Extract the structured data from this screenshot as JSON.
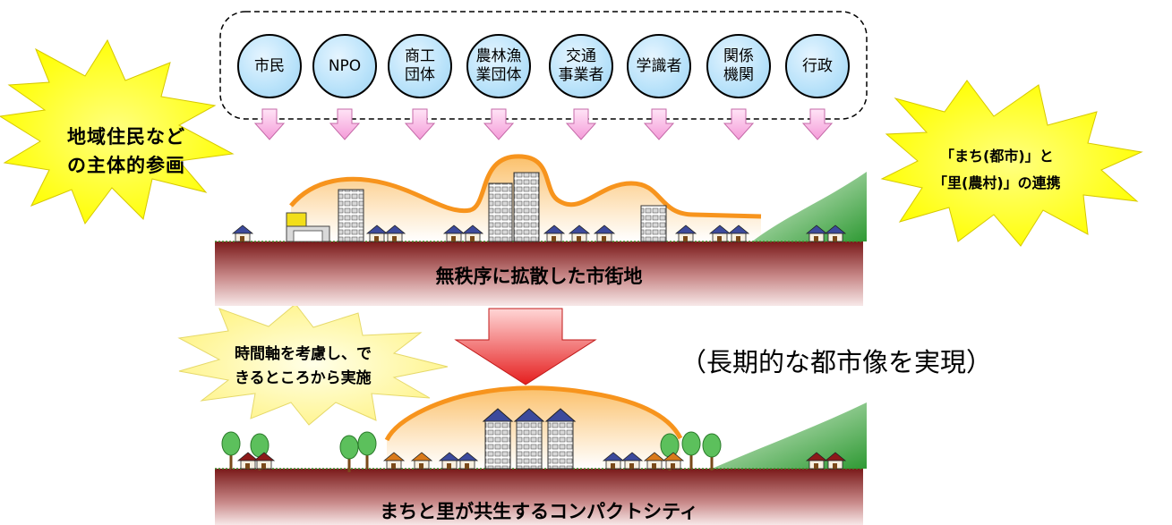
{
  "actors": [
    {
      "label": "市民"
    },
    {
      "label": "NPO"
    },
    {
      "label": "商工\n団体"
    },
    {
      "label": "農林漁\n業団体"
    },
    {
      "label": "交通\n事業者"
    },
    {
      "label": "学識者"
    },
    {
      "label": "関係\n機関"
    },
    {
      "label": "行政"
    }
  ],
  "callouts": {
    "participation": "地域住民など\nの主体的参画",
    "linkage": "「まち(都市)」と\n「里(農村)」の連携",
    "phased": "時間軸を考慮し、で\nきるところから実施"
  },
  "scenes": {
    "current_label": "無秩序に拡散した市街地",
    "future_label": "まちと里が共生するコンパクトシティ"
  },
  "note": "（長期的な都市像を実現）",
  "colors": {
    "circle_fill": "#b8e2fa",
    "down_arrow": "#f7b8e8",
    "burst": "#ffff00",
    "burst_pale": "#fff7a0",
    "ground": "#7a1f1f",
    "orange_outline": "#f7941d",
    "hill_green": "#3aa53a",
    "main_arrow": "#e8332a"
  }
}
